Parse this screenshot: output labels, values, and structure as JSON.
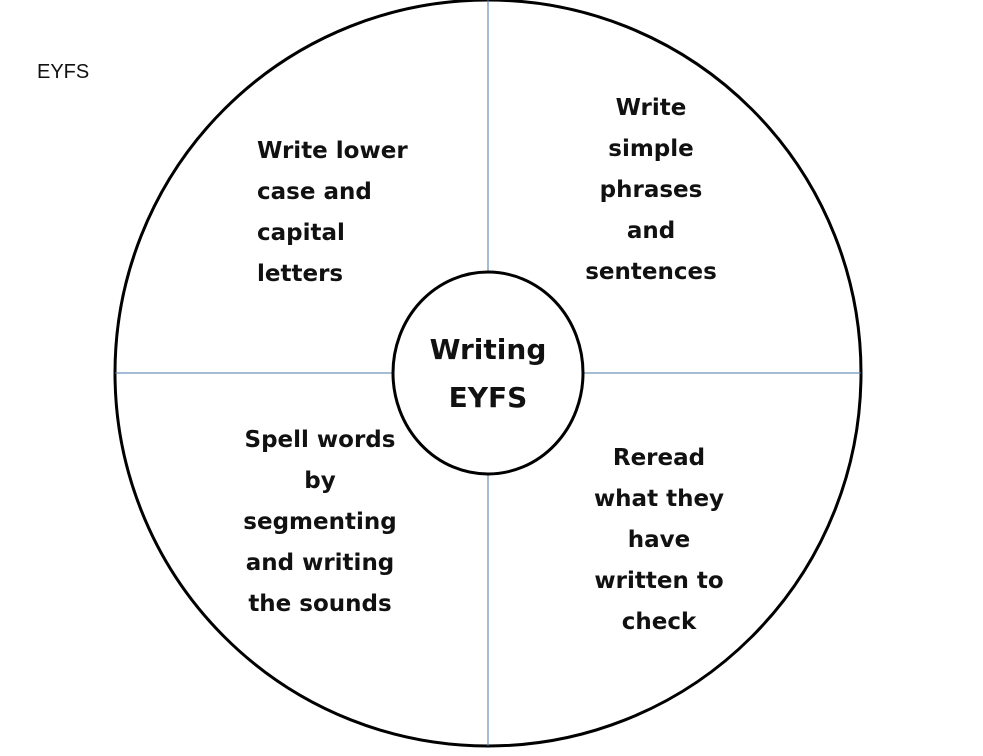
{
  "corner_label": "EYFS",
  "hub": {
    "lines": [
      "Writing",
      "EYFS"
    ]
  },
  "quadrants": {
    "top_left": [
      "Write lower",
      "case and",
      "capital",
      "letters"
    ],
    "top_right": [
      "Write",
      "simple",
      "phrases",
      "and",
      "sentences"
    ],
    "bottom_left": [
      "Spell words",
      "by",
      "segmenting",
      "and writing",
      "the sounds"
    ],
    "bottom_right": [
      "Reread",
      "what they",
      "have",
      "written to",
      "check"
    ]
  },
  "colors": {
    "outline": "#000000",
    "divider": "#4a7aa8",
    "text": "#111111"
  }
}
